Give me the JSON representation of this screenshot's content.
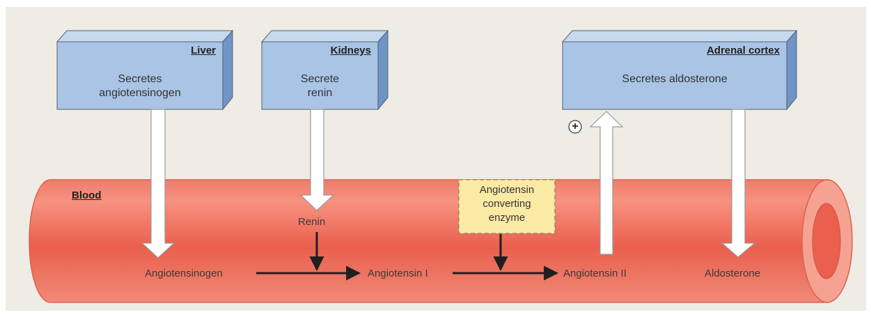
{
  "organs": {
    "liver": {
      "title": "Liver",
      "line1": "Secretes",
      "line2": "angiotensinogen"
    },
    "kidneys": {
      "title": "Kidneys",
      "line1": "Secrete",
      "line2": "renin"
    },
    "adrenal": {
      "title": "Adrenal cortex",
      "line1": "Secretes aldosterone"
    }
  },
  "blood": {
    "label": "Blood"
  },
  "molecules": {
    "renin": "Renin",
    "angiotensinogen": "Angiotensinogen",
    "angiotensin1": "Angiotensin I",
    "angiotensin2": "Angiotensin II",
    "aldosterone": "Aldosterone"
  },
  "enzyme": {
    "line1": "Angiotensin",
    "line2": "converting",
    "line3": "enzyme"
  },
  "stimulation_sign": "+",
  "colors": {
    "background": "#efece6",
    "box_front": "#a9c4e4",
    "box_top": "#c6d9ef",
    "box_side": "#6f95c6",
    "vessel": "#ee6b5a",
    "vessel_dark": "#d9503f",
    "vessel_light": "#f79484",
    "enzyme_fill": "#fbeaa4"
  }
}
